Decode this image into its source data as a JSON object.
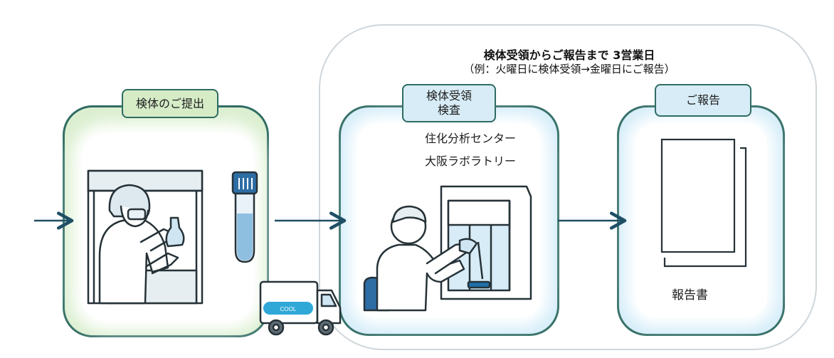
{
  "header": {
    "turnaround": "検体受領からご報告まで  3営業日",
    "example": "（例：火曜日に検体受領→金曜日にご報告）"
  },
  "steps": {
    "submission": {
      "label": "検体のご提出"
    },
    "inspection": {
      "label_line1": "検体受領",
      "label_line2": "検査",
      "lab_line1": "住化分析センター",
      "lab_line2": "大阪ラボラトリー"
    },
    "report": {
      "label": "ご報告",
      "document_label": "報告書"
    }
  },
  "truck": {
    "text": "COOL"
  },
  "colors": {
    "stroke": "#2f6c63",
    "green_panel": "#dbefd0",
    "blue_panel": "#d5edf9",
    "arrow": "#1f4f66",
    "tube": "#8fbfe0"
  }
}
